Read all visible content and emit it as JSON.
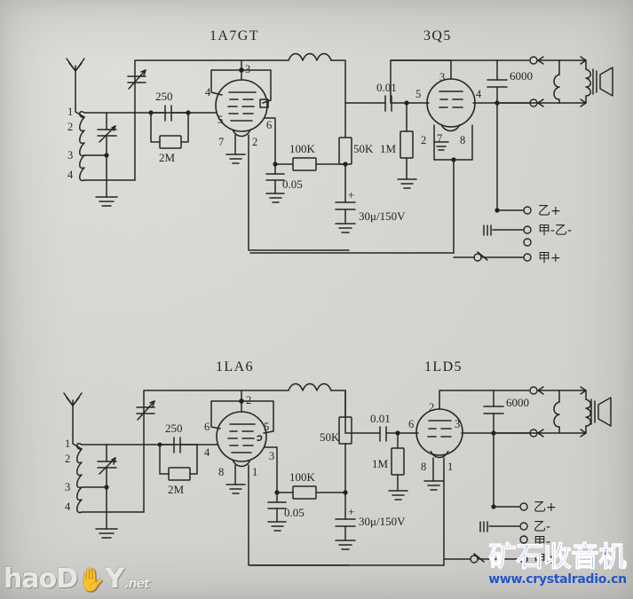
{
  "document": {
    "kind": "hand-drawn schematic",
    "background_color": "#d6d5d1",
    "ink_color": "#242424",
    "sheet_width": 713,
    "sheet_height": 675
  },
  "circuits": [
    {
      "id": "top",
      "tubes": [
        {
          "name": "1A7GT",
          "pins": [
            "3",
            "4",
            "5",
            "6",
            "7",
            "2"
          ]
        },
        {
          "name": "3Q5",
          "pins": [
            "3",
            "4",
            "5",
            "2",
            "7",
            "8"
          ]
        }
      ],
      "antenna_coil_taps": [
        "1",
        "2",
        "3",
        "4"
      ],
      "components": [
        {
          "name": "grid-capacitor",
          "label": "250"
        },
        {
          "name": "grid-leak-resistor",
          "label": "2M"
        },
        {
          "name": "screen-resistor",
          "label": "100K"
        },
        {
          "name": "bypass-capacitor",
          "label": "0.05"
        },
        {
          "name": "plate-load-resistor",
          "label": "50K"
        },
        {
          "name": "coupling-capacitor",
          "label": "0.01"
        },
        {
          "name": "grid-resistor",
          "label": "1M"
        },
        {
          "name": "electrolytic-capacitor",
          "label": "30μ/150V"
        },
        {
          "name": "tone-capacitor",
          "label": "6000"
        }
      ],
      "battery_terminals": [
        "乙+",
        "甲-乙-",
        "甲+"
      ]
    },
    {
      "id": "bottom",
      "tubes": [
        {
          "name": "1LA6",
          "pins": [
            "2",
            "6",
            "5",
            "4",
            "8",
            "3",
            "1"
          ]
        },
        {
          "name": "1LD5",
          "pins": [
            "2",
            "6",
            "3",
            "8",
            "1"
          ]
        }
      ],
      "antenna_coil_taps": [
        "1",
        "2",
        "3",
        "4"
      ],
      "components": [
        {
          "name": "grid-capacitor",
          "label": "250"
        },
        {
          "name": "grid-leak-resistor",
          "label": "2M"
        },
        {
          "name": "screen-resistor",
          "label": "100K"
        },
        {
          "name": "bypass-capacitor",
          "label": "0.05"
        },
        {
          "name": "plate-load-resistor",
          "label": "50K"
        },
        {
          "name": "coupling-capacitor",
          "label": "0.01"
        },
        {
          "name": "grid-resistor",
          "label": "1M"
        },
        {
          "name": "electrolytic-capacitor",
          "label": "30μ/150V"
        },
        {
          "name": "tone-capacitor",
          "label": "6000"
        }
      ],
      "battery_terminals": [
        "乙+",
        "乙-",
        "甲-",
        "甲+"
      ]
    }
  ],
  "watermarks": {
    "haodiy": {
      "prefix": "haoD",
      "hand": "✋",
      "mid": "Y",
      "suffix": ".net"
    },
    "crystalradio": {
      "chinese": "矿石收音机",
      "url": "www.crystalradio.cn",
      "color": "#2f5fd0"
    }
  }
}
